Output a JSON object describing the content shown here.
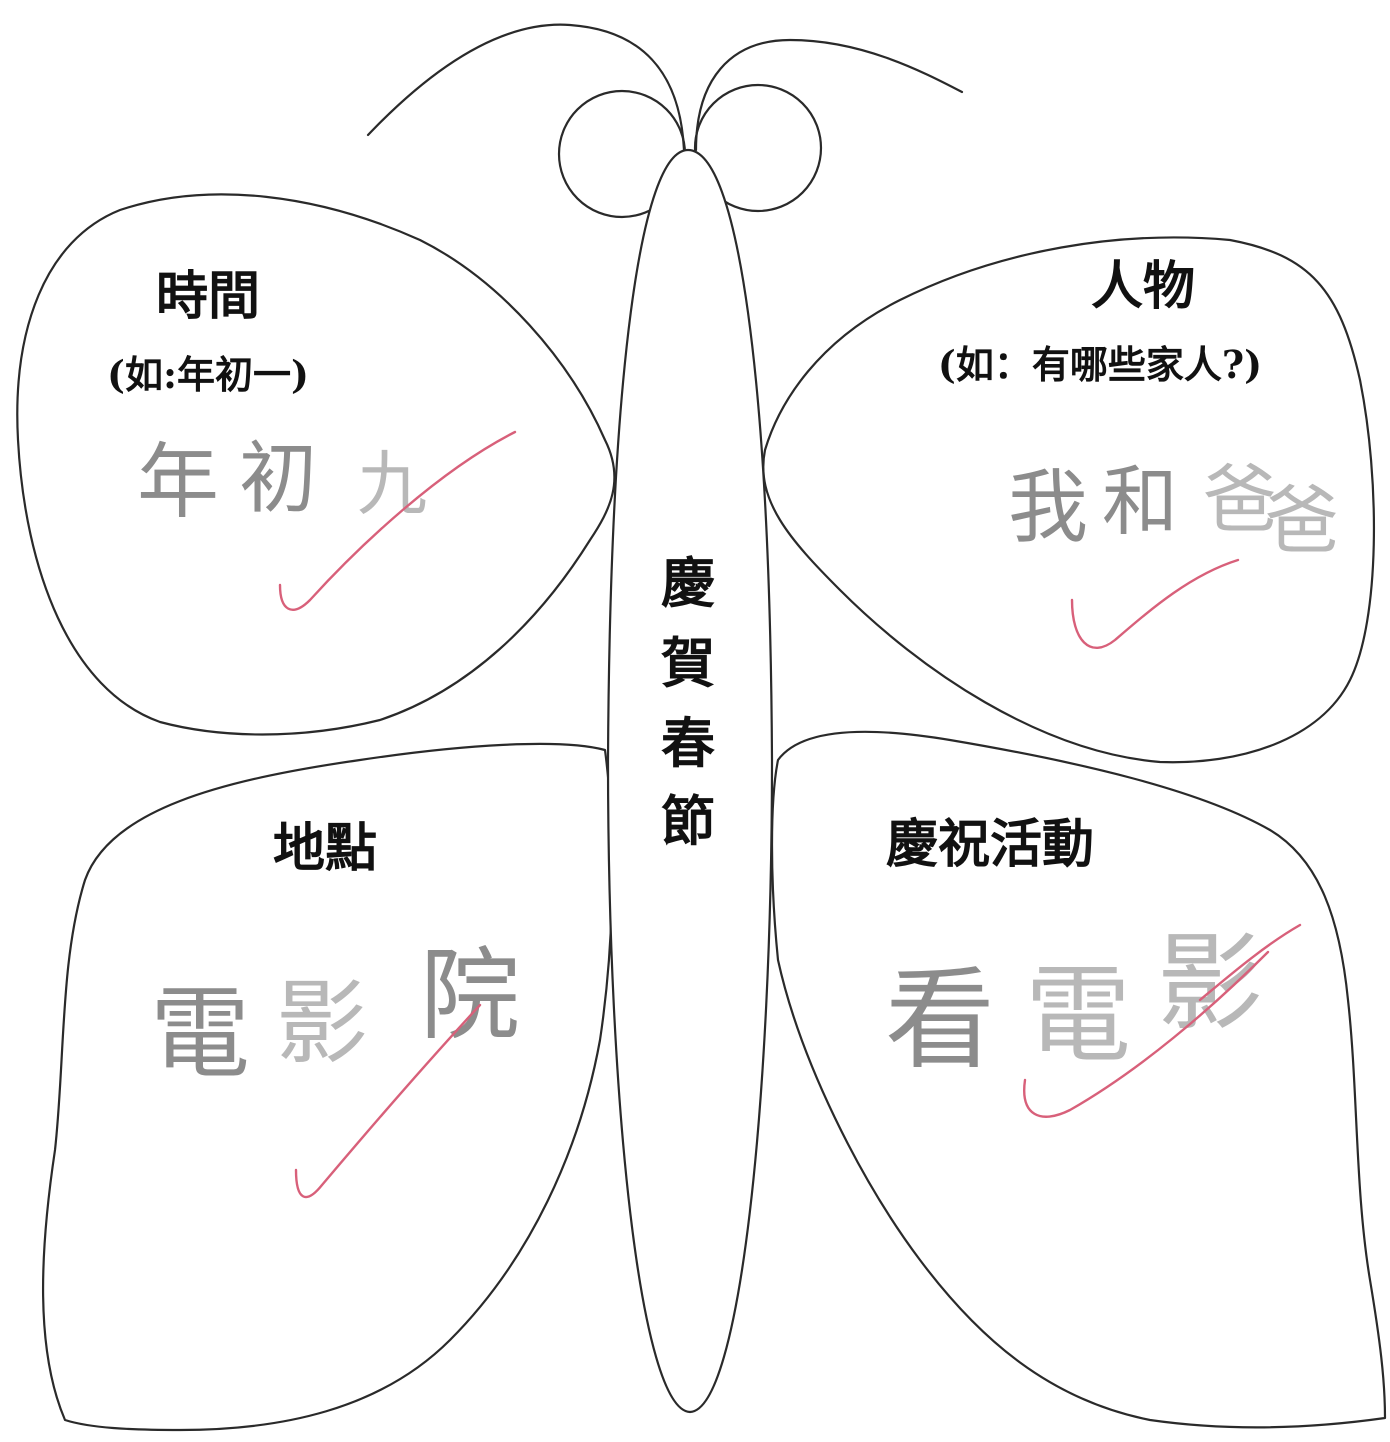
{
  "center": {
    "chars": [
      "慶",
      "賀",
      "春",
      "節"
    ]
  },
  "wings": {
    "top_left": {
      "title": "時間",
      "hint": "(如:年初一)",
      "answer": [
        "年",
        "初",
        "九"
      ],
      "answer_color": "#8c8c8c"
    },
    "top_right": {
      "title": "人物",
      "hint": "(如：有哪些家人?)",
      "answer": [
        "我",
        "和",
        "爸",
        "爸"
      ],
      "answer_color": "#8c8c8c"
    },
    "bottom_left": {
      "title": "地點",
      "answer": [
        "電",
        "影",
        "院"
      ],
      "answer_color": "#8c8c8c"
    },
    "bottom_right": {
      "title": "慶祝活動",
      "answer": [
        "看",
        "電",
        "影"
      ],
      "answer_color": "#8c8c8c"
    }
  },
  "marks": {
    "check_color": "#d8607a",
    "check_icon": "checkmark-icon"
  }
}
